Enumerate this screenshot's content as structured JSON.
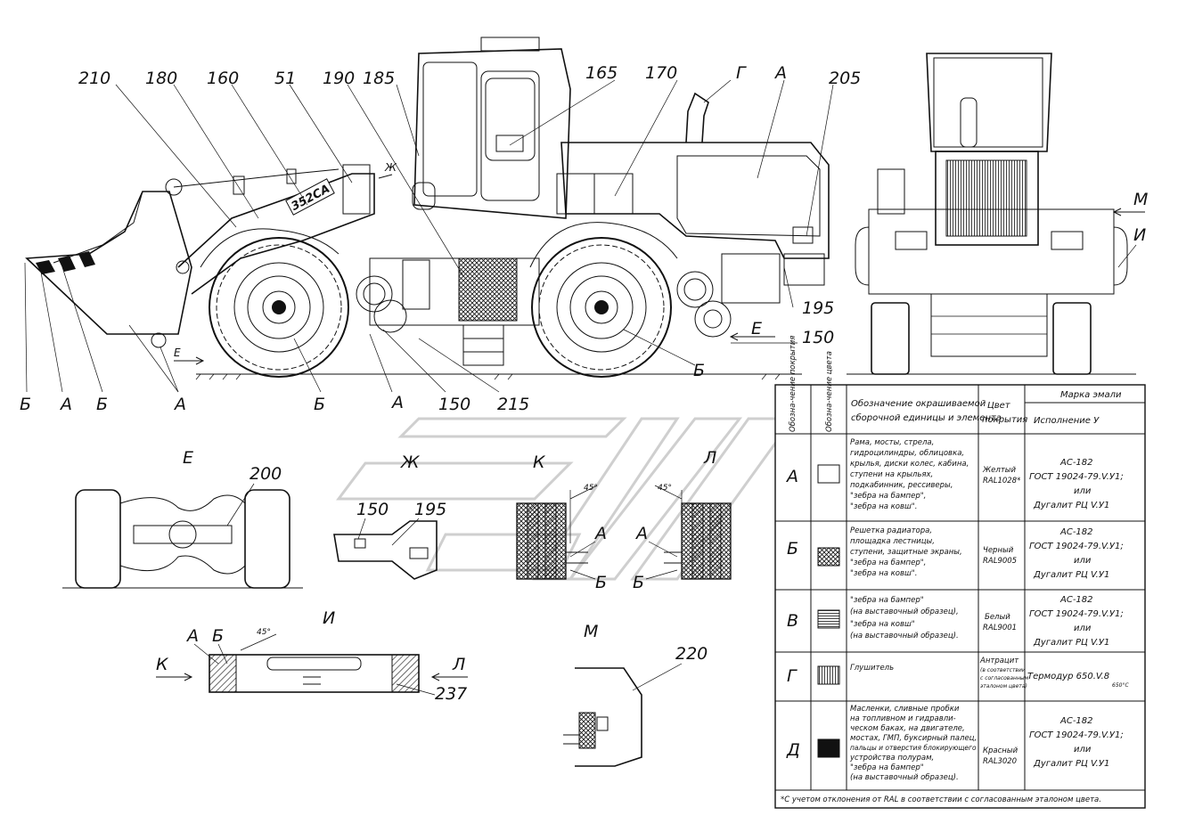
{
  "callouts_top": [
    "210",
    "180",
    "160",
    "51",
    "190",
    "185",
    "165",
    "170",
    "Г",
    "А",
    "205"
  ],
  "callouts_right": [
    "М",
    "И",
    "195",
    "150",
    "Е"
  ],
  "callouts_bottom": [
    "Б",
    "А",
    "Б",
    "А",
    "Б",
    "А",
    "150",
    "215",
    "Б"
  ],
  "model_badge": "352CA",
  "view_labels": {
    "E": "Е",
    "Zh": "Ж",
    "K": "К",
    "L": "Л",
    "I": "И",
    "M": "М"
  },
  "detail_callouts": {
    "e_200": "200",
    "zh_150": "150",
    "zh_195": "195",
    "k_A": "А",
    "k_B": "Б",
    "l_A": "А",
    "l_B": "Б",
    "k_angle": "45°",
    "l_angle": "45°",
    "i_A": "А",
    "i_B": "Б",
    "i_angle": "45°",
    "i_K": "К",
    "i_L": "Л",
    "i_237": "237",
    "m_220": "220",
    "e_arrow": "Е",
    "zh_arrow": "Ж"
  },
  "table": {
    "headers": {
      "col1": "Обозна-чение покрытия",
      "col2": "Обозна-чение цвета",
      "col3": "Обозначение окрашиваемой сборочной единицы и элемента",
      "col4": "Цвет покрытия",
      "col5_top": "Марка эмали",
      "col5_bottom": "Исполнение У"
    },
    "rows": [
      {
        "code": "А",
        "swatch": "empty",
        "elements": [
          "Рама, мосты, стрела,",
          "гидроцилиндры, облицовка,",
          "крылья, диски колес, кабина,",
          "ступени на крыльях,",
          "подкабинник, рессиверы,",
          "\"зебра на бампер\",",
          "\"зебра на ковш\"."
        ],
        "color": [
          "Желтый",
          "RAL1028*"
        ],
        "enamel": [
          "АС-182",
          "ГОСТ 19024-79.V.У1;",
          "или",
          "Дугалит РЦ V.У1"
        ]
      },
      {
        "code": "Б",
        "swatch": "crosshatch",
        "elements": [
          "Решетка радиатора,",
          "площадка лестницы,",
          "ступени, защитные экраны,",
          "\"зебра на бампер\",",
          "\"зебра на ковш\"."
        ],
        "color": [
          "Черный",
          "RAL9005"
        ],
        "enamel": [
          "АС-182",
          "ГОСТ 19024-79.V.У1;",
          "или",
          "Дугалит РЦ V.У1"
        ]
      },
      {
        "code": "В",
        "swatch": "horizontal",
        "elements": [
          "\"зебра на бампер\"",
          "(на выставочный образец),",
          "\"зебра на ковш\"",
          "(на выставочный образец)."
        ],
        "color": [
          "Белый",
          "RAL9001"
        ],
        "enamel": [
          "АС-182",
          "ГОСТ 19024-79.V.У1;",
          "или",
          "Дугалит РЦ V.У1"
        ]
      },
      {
        "code": "Г",
        "swatch": "vertical",
        "elements": [
          "Глушитель"
        ],
        "color": [
          "Антрацит",
          "(в соответствии",
          "с согласованным",
          "эталоном цвета)"
        ],
        "enamel": [
          "Термодур 650.V.8"
        ],
        "enamel_sub": "650°С"
      },
      {
        "code": "Д",
        "swatch": "solid",
        "elements": [
          "Масленки, сливные пробки",
          "на топливном и гидравли-",
          "ческом баках, на двигателе,",
          "мостах, ГМП, буксирный палец,",
          "пальцы и отверстия блокирующего",
          "устройства полурам,",
          "\"зебра на бампер\"",
          "(на выставочный образец)."
        ],
        "color": [
          "Красный",
          "RAL3020"
        ],
        "enamel": [
          "АС-182",
          "ГОСТ 19024-79.V.У1;",
          "или",
          "Дугалит РЦ V.У1"
        ]
      }
    ],
    "footnote": "*С учетом отклонения от RAL в соответствии с согласованным эталоном цвета."
  }
}
